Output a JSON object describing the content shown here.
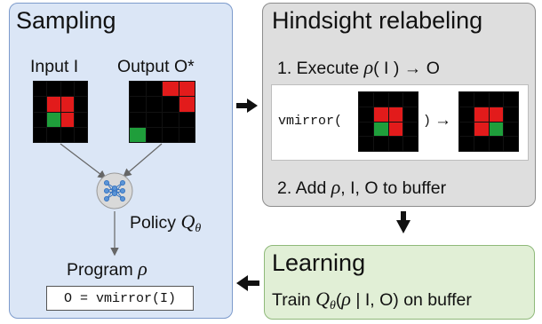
{
  "sampling": {
    "title": "Sampling",
    "input_label": "Input I",
    "output_label": "Output O*",
    "input_grid": [
      "....",
      ".rr.",
      ".gr.",
      "...."
    ],
    "output_grid": [
      "..rr",
      "...r",
      "....",
      "g..."
    ],
    "policy_label": "Policy",
    "policy_symbol": "Q",
    "policy_subscript": "θ",
    "program_label": "Program",
    "program_symbol": "ρ",
    "program_code": "O = vmirror(I)",
    "policy_icon": "neural-network-icon"
  },
  "hindsight": {
    "title": "Hindsight relabeling",
    "step1_prefix": "1. Execute ",
    "step1_rho": "ρ",
    "step1_args": "( I ) → O",
    "exec_fn": "vmirror(",
    "exec_close": ")",
    "exec_arrow": "→",
    "exec_input_grid": [
      "....",
      ".rr.",
      ".gr.",
      "...."
    ],
    "exec_output_grid": [
      "....",
      ".rr.",
      ".rg.",
      "...."
    ],
    "step2_prefix": "2. Add ",
    "step2_rho": "ρ",
    "step2_rest": ", I, O to buffer"
  },
  "learning": {
    "title": "Learning",
    "train_prefix": "Train ",
    "train_q": "Q",
    "train_sub": "θ",
    "train_rho": "ρ",
    "train_rest": " | I, O) on buffer"
  },
  "colors": {
    "sampling_bg": "#dbe6f6",
    "hindsight_bg": "#dedede",
    "learning_bg": "#e1efd6",
    "red": "#e21b1b",
    "green": "#1f9e3b",
    "black": "#000000"
  }
}
